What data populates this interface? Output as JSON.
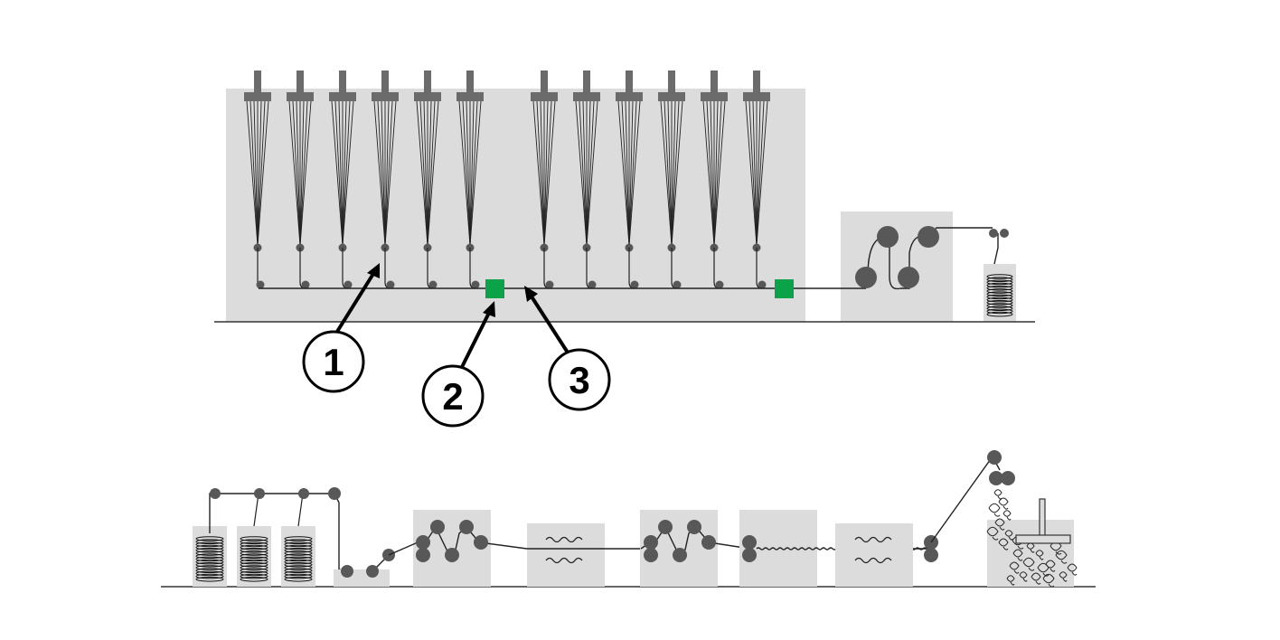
{
  "diagram": {
    "callouts": [
      {
        "id": 1,
        "label": "1"
      },
      {
        "id": 2,
        "label": "2"
      },
      {
        "id": 3,
        "label": "3"
      }
    ]
  },
  "colors": {
    "background": "#ffffff",
    "machine_housing": "#dcdcdc",
    "roller": "#585858",
    "spinneret": "#6b6b6b",
    "filament": "#222222",
    "ground_line": "#333333",
    "sensor": "#0ca24a",
    "callout_stroke": "#000000"
  },
  "components": {
    "spinning_positions": 12,
    "sensors": 2,
    "supply_bobbins": 3,
    "heating_chambers": 2
  }
}
